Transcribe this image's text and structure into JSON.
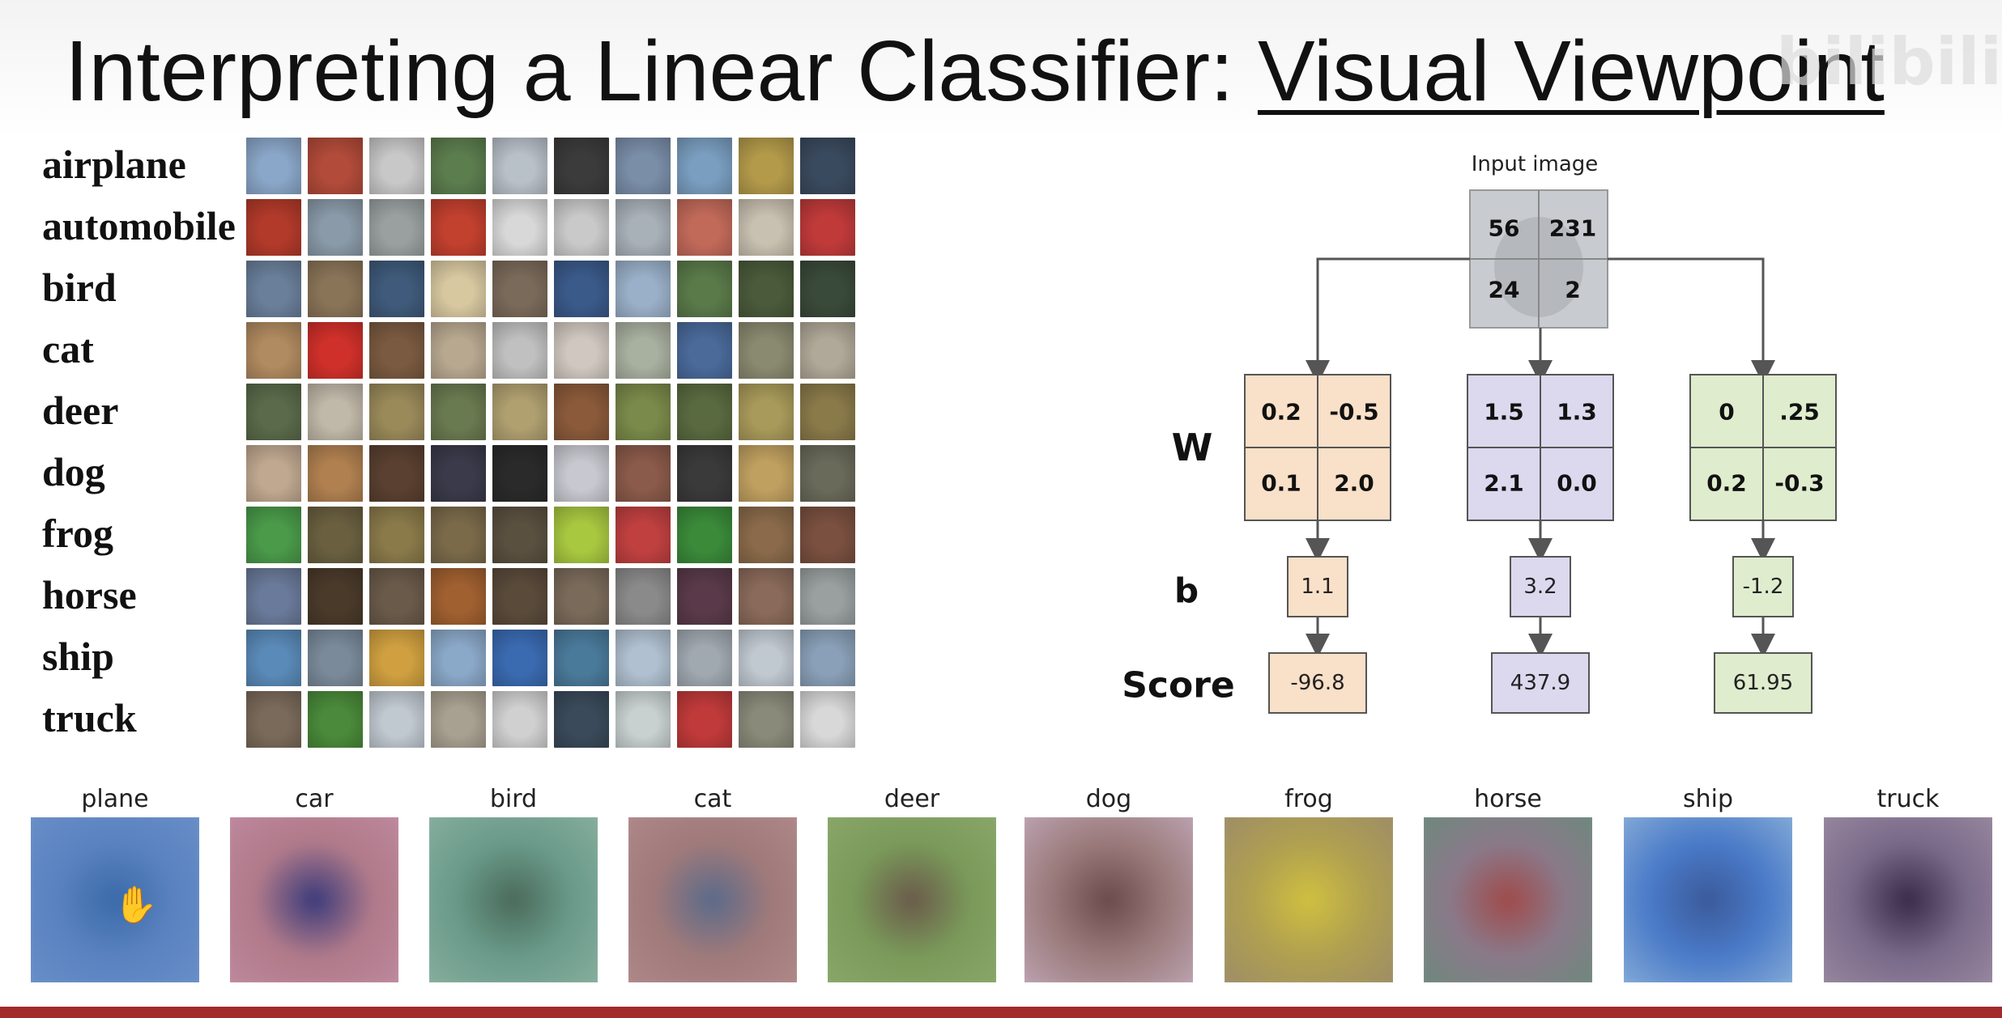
{
  "slide": {
    "title_main": "Interpreting a Linear Classifier: ",
    "title_sub": "Visual Viewpoint",
    "watermark": "bilibili"
  },
  "classes": [
    "airplane",
    "automobile",
    "bird",
    "cat",
    "deer",
    "dog",
    "frog",
    "horse",
    "ship",
    "truck"
  ],
  "class_colors": {
    "airplane": [
      "#8aa6c8",
      "#b24b3a",
      "#c8c8c8",
      "#5c7d4e",
      "#b8c0c8",
      "#3b3b3b",
      "#7a8ea8",
      "#7a9ec0",
      "#b39a4a",
      "#3a4a5e"
    ],
    "automobile": [
      "#b23a2a",
      "#8a9aa8",
      "#9aa0a0",
      "#c2402e",
      "#d8d8d8",
      "#c9c9c9",
      "#a8b0b8",
      "#c26a5a",
      "#c8c0b0",
      "#c03a3a"
    ],
    "bird": [
      "#6a7f9a",
      "#8a7458",
      "#3f5a7a",
      "#d8c8a0",
      "#7a6a5a",
      "#3a5a8a",
      "#9ab0c8",
      "#5a7a4a",
      "#4a5a3a",
      "#3a4a3a"
    ],
    "cat": [
      "#b08a60",
      "#d0302a",
      "#7a5a40",
      "#b8a890",
      "#c0c0c0",
      "#d0c8c0",
      "#a8b0a0",
      "#4a6a9a",
      "#8a8a70",
      "#b0a898"
    ],
    "deer": [
      "#5a6a4a",
      "#c0b8a8",
      "#9a8a5a",
      "#6a7a50",
      "#b0a070",
      "#8a5a3a",
      "#7a8a4a",
      "#5a6a40",
      "#a89a5a",
      "#8a7a4a"
    ],
    "dog": [
      "#c0a890",
      "#b08050",
      "#5a4030",
      "#3a3a4a",
      "#2a2a2a",
      "#c8c8d0",
      "#8a5a4a",
      "#3a3a3a",
      "#c0a060",
      "#6a6a5a"
    ],
    "frog": [
      "#4a9a4a",
      "#6a6040",
      "#8a7a4a",
      "#7a6a4a",
      "#5a5040",
      "#a8c840",
      "#c04040",
      "#3a8a3a",
      "#8a6a4a",
      "#7a5040"
    ],
    "horse": [
      "#6a7a9a",
      "#4a3a2a",
      "#6a5a4a",
      "#a06030",
      "#5a4a3a",
      "#7a6a5a",
      "#8a8a8a",
      "#5a3a4a",
      "#8a6a5a",
      "#9aa0a0"
    ],
    "ship": [
      "#5a8ab8",
      "#7a8a9a",
      "#d0a040",
      "#8aa8c8",
      "#3a6ab0",
      "#4a7a9a",
      "#b0c0d0",
      "#a0a8b0",
      "#c0c8d0",
      "#8aa0b8"
    ],
    "truck": [
      "#7a6a5a",
      "#4a8a3a",
      "#c0c8d0",
      "#a8a090",
      "#d0d0d0",
      "#3a4a5a",
      "#c8d0d0",
      "#c03a3a",
      "#8a8a7a",
      "#d8d8d8"
    ]
  },
  "diagram": {
    "input_label": "Input image",
    "input_pixels": [
      "56",
      "231",
      "24",
      "2"
    ],
    "w_label": "W",
    "b_label": "b",
    "score_label": "Score",
    "columns": [
      {
        "w": [
          "0.2",
          "-0.5",
          "0.1",
          "2.0"
        ],
        "b": "1.1",
        "score": "-96.8",
        "color": "#f9e0c8"
      },
      {
        "w": [
          "1.5",
          "1.3",
          "2.1",
          "0.0"
        ],
        "b": "3.2",
        "score": "437.9",
        "color": "#dcd8ee"
      },
      {
        "w": [
          "0",
          ".25",
          "0.2",
          "-0.3"
        ],
        "b": "-1.2",
        "score": "61.95",
        "color": "#dfeccd"
      }
    ]
  },
  "templates": [
    {
      "label": "plane",
      "colors": [
        "#5a82c0",
        "#3a6aa8",
        "#6a90c8"
      ]
    },
    {
      "label": "car",
      "colors": [
        "#b07a8a",
        "#3a3a7a",
        "#c08aa0"
      ]
    },
    {
      "label": "bird",
      "colors": [
        "#6a9a8a",
        "#4a6a5a",
        "#8ab0a0"
      ]
    },
    {
      "label": "cat",
      "colors": [
        "#a07a7a",
        "#5a6a8a",
        "#b08a8a"
      ]
    },
    {
      "label": "deer",
      "colors": [
        "#7a9a5a",
        "#6a5a4a",
        "#8aa86a"
      ]
    },
    {
      "label": "dog",
      "colors": [
        "#9a7a7a",
        "#6a4a4a",
        "#c0a8b8"
      ]
    },
    {
      "label": "frog",
      "colors": [
        "#b0a050",
        "#d0c040",
        "#9a8a6a"
      ]
    },
    {
      "label": "horse",
      "colors": [
        "#8a7a8a",
        "#a04a4a",
        "#6a8a7a"
      ]
    },
    {
      "label": "ship",
      "colors": [
        "#4a7ac8",
        "#3a5a9a",
        "#8ab0d8"
      ]
    },
    {
      "label": "truck",
      "colors": [
        "#7a6a8a",
        "#3a2a4a",
        "#9a8aa0"
      ]
    }
  ]
}
